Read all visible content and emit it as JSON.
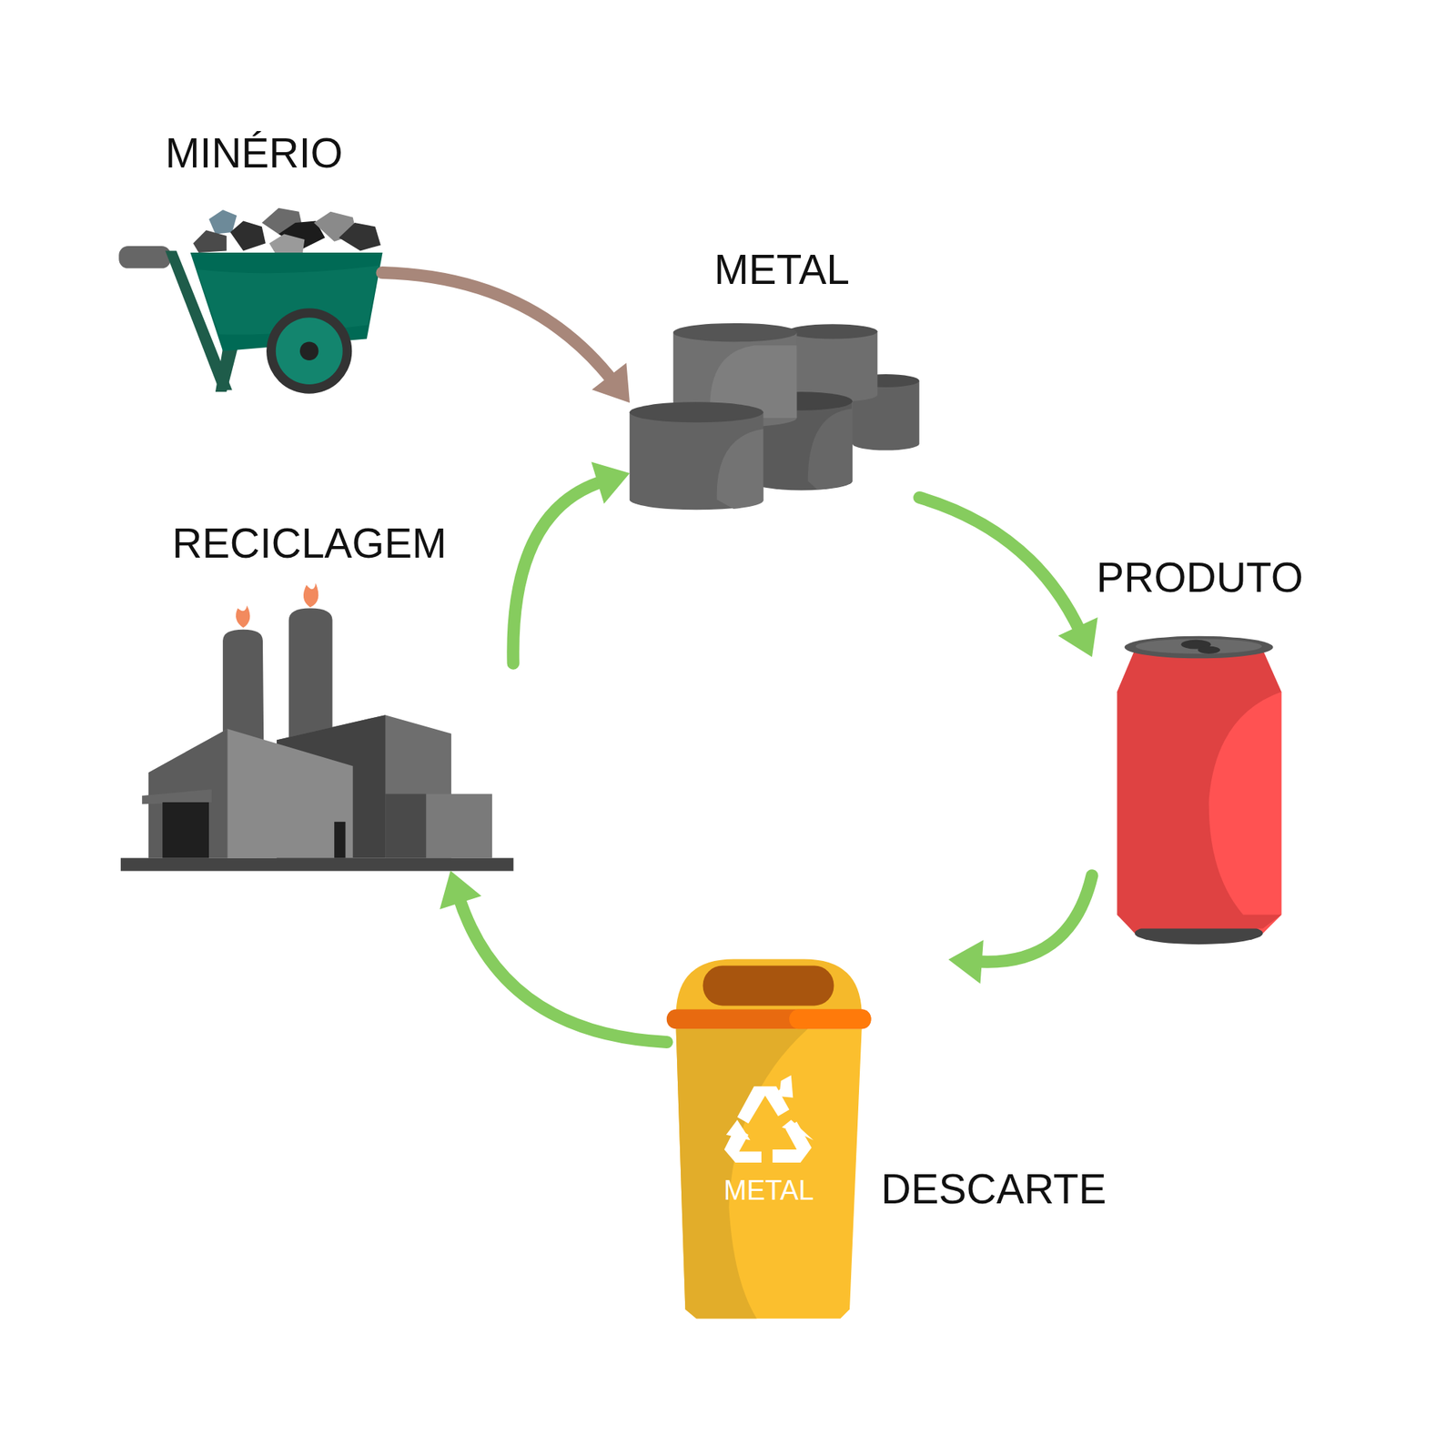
{
  "diagram": {
    "nodes": [
      {
        "text": [
          "MINÉRIO"
        ]
      },
      {
        "text": [
          "METAL"
        ]
      },
      {
        "text": [
          "PRODUTO"
        ]
      },
      {
        "text": [
          "DESCARTE"
        ]
      },
      {
        "text": [
          "RECICLAGEM"
        ]
      }
    ],
    "edges": [
      {
        "from": 0,
        "to": 1,
        "arrow": "to"
      },
      {
        "from": 1,
        "to": 2,
        "arrow": "to"
      },
      {
        "from": 2,
        "to": 3,
        "arrow": "to"
      },
      {
        "from": 3,
        "to": 4,
        "arrow": "to"
      },
      {
        "from": 4,
        "to": 1,
        "arrow": "to"
      }
    ],
    "labels": [
      "METAL"
    ]
  }
}
